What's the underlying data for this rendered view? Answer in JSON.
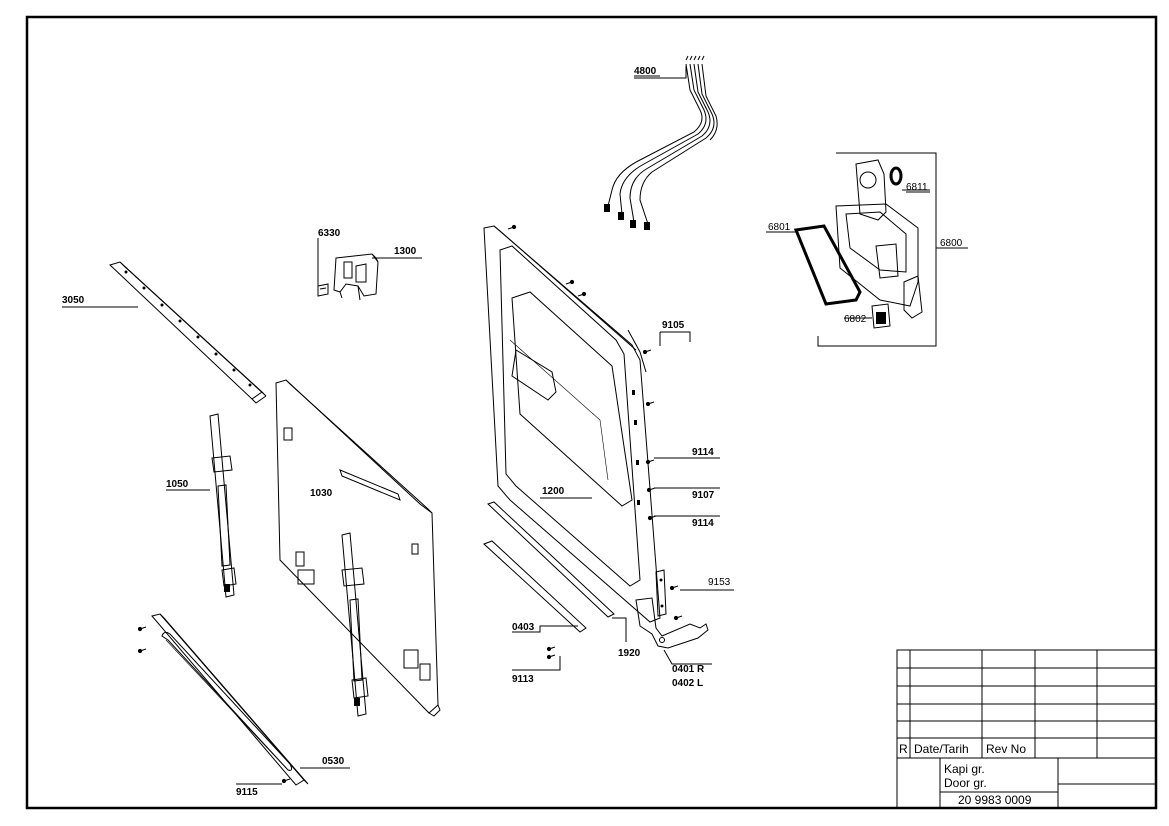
{
  "parts": [
    {
      "id": "p4800",
      "label": "4800",
      "underline": true
    },
    {
      "id": "p6811",
      "label": "6811",
      "underline": true
    },
    {
      "id": "p6801",
      "label": "6801",
      "underline": true
    },
    {
      "id": "p6800",
      "label": "6800",
      "underline": true
    },
    {
      "id": "p6802",
      "label": "6802",
      "underline": true
    },
    {
      "id": "p6330",
      "label": "6330",
      "underline": true
    },
    {
      "id": "p1300",
      "label": "1300",
      "underline": true
    },
    {
      "id": "p3050",
      "label": "3050",
      "underline": true
    },
    {
      "id": "p9105",
      "label": "9105",
      "underline": true
    },
    {
      "id": "p9114a",
      "label": "9114",
      "underline": true
    },
    {
      "id": "p9107",
      "label": "9107",
      "underline": true
    },
    {
      "id": "p9114b",
      "label": "9114",
      "underline": true
    },
    {
      "id": "p1050",
      "label": "1050",
      "underline": true
    },
    {
      "id": "p1030",
      "label": "1030",
      "underline": false
    },
    {
      "id": "p1200",
      "label": "1200",
      "underline": true
    },
    {
      "id": "p9153",
      "label": "9153",
      "underline": true
    },
    {
      "id": "p0403",
      "label": "0403",
      "underline": true
    },
    {
      "id": "p1920",
      "label": "1920",
      "underline": true
    },
    {
      "id": "p0401",
      "label": "0401 R",
      "underline": false
    },
    {
      "id": "p0402",
      "label": "0402 L",
      "underline": false
    },
    {
      "id": "p9113",
      "label": "9113",
      "underline": true
    },
    {
      "id": "p0530",
      "label": "0530",
      "underline": true
    },
    {
      "id": "p9115",
      "label": "9115",
      "underline": true
    }
  ],
  "title_block": {
    "rev_col": "R",
    "date_col": "Date/Tarih",
    "revno_col": "Rev No",
    "title_tr": "Kapi gr.",
    "title_en": "Door gr.",
    "drawing_no": "20 9983 0009"
  }
}
